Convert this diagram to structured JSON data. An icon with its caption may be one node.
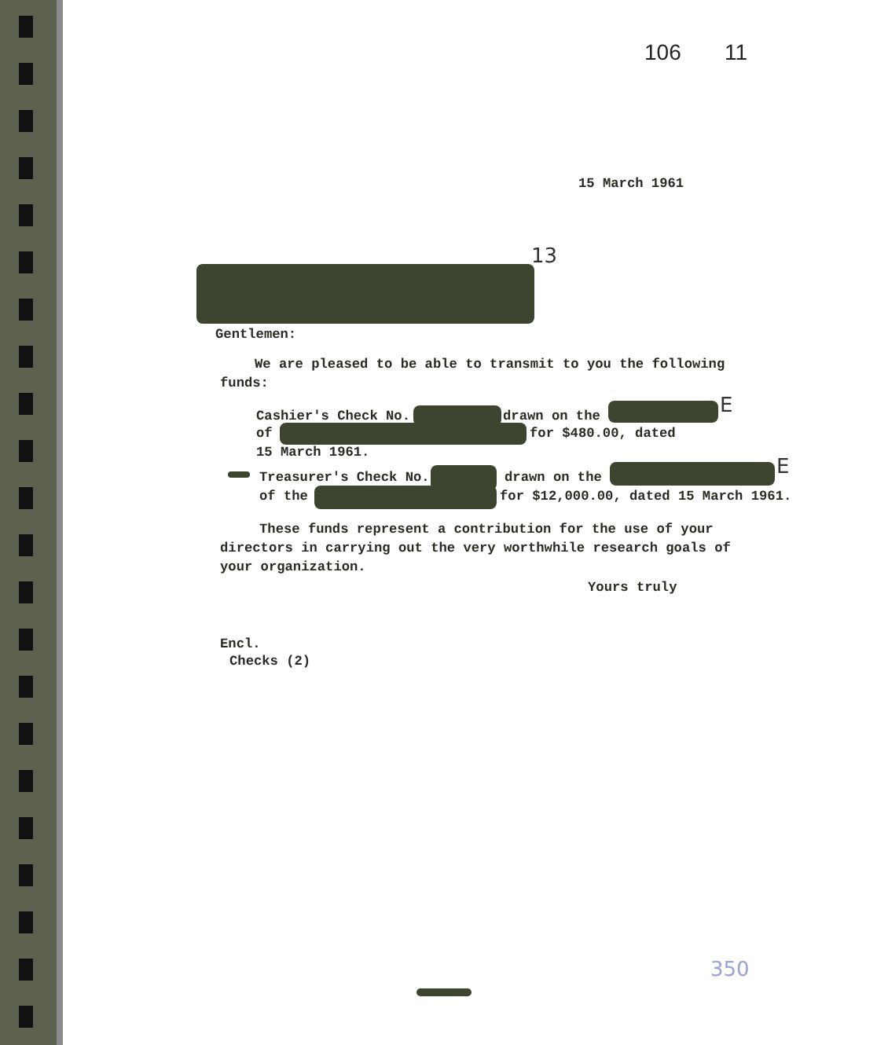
{
  "diagram": {
    "labels": [
      "106",
      "11",
      "15 March 1961",
      "13",
      "Gentlemen:",
      "We are pleased to be able to transmit to you the following funds:",
      "Cashier's Check No.",
      "drawn on the",
      "E",
      "of",
      "for $480.00, dated",
      "15 March 1961.",
      "Treasurer's Check No.",
      "drawn on the",
      "E",
      "of the",
      "for $12,000.00, dated 15 March 1961.",
      "These funds represent a contribution for the use of your directors in carrying out the very worthwhile research goals of your organization.",
      "Yours truly",
      "Encl.",
      "Checks (2)",
      "350"
    ]
  }
}
